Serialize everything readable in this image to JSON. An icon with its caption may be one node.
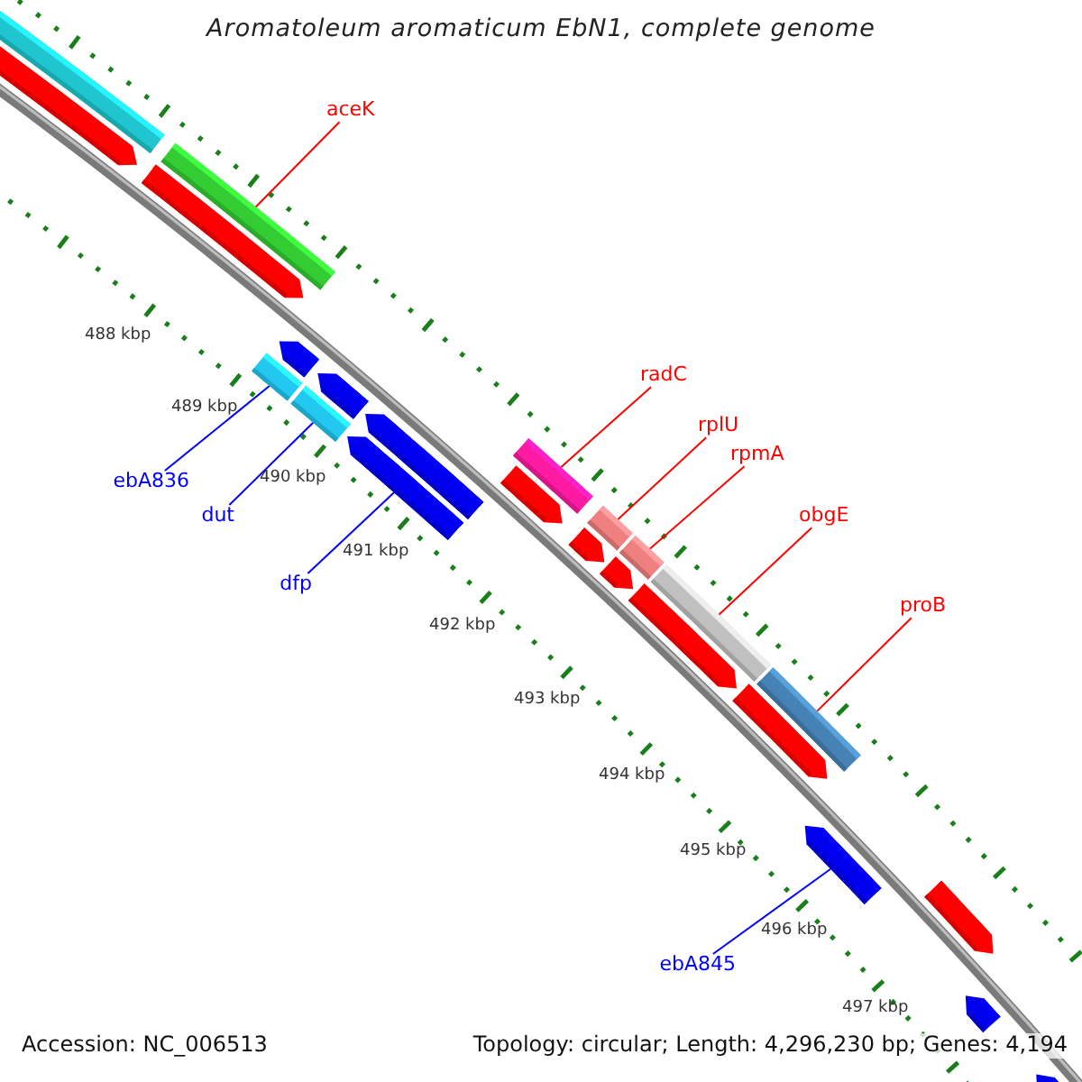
{
  "diagram": {
    "title": "Aromatoleum aromaticum EbN1, complete genome",
    "nodes": [
      {
        "text": [
          "aceK"
        ]
      },
      {
        "text": [],
        "shape": "bar"
      },
      {
        "text": [
          "radC"
        ]
      },
      {
        "text": [],
        "shape": "bar"
      },
      {
        "text": [
          "rplU"
        ]
      },
      {
        "text": [],
        "shape": "bar"
      },
      {
        "text": [
          "rpmA"
        ]
      },
      {
        "text": [],
        "shape": "bar"
      },
      {
        "text": [
          "obgE"
        ]
      },
      {
        "text": [],
        "shape": "bar"
      },
      {
        "text": [
          "proB"
        ]
      },
      {
        "text": [],
        "shape": "bar"
      },
      {
        "text": [
          "ebA836"
        ]
      },
      {
        "text": [],
        "shape": "bar"
      },
      {
        "text": [
          "dut"
        ]
      },
      {
        "text": [],
        "shape": "bar"
      },
      {
        "text": [
          "dfp"
        ]
      },
      {
        "text": [],
        "shape": "arrow"
      },
      {
        "text": [
          "ebA845"
        ]
      },
      {
        "text": [],
        "shape": "arrow"
      },
      {
        "text": [],
        "shape": "bar"
      },
      {
        "text": [],
        "shape": "arrow"
      },
      {
        "text": [],
        "shape": "arrow"
      },
      {
        "text": [],
        "shape": "arrow"
      },
      {
        "text": [],
        "shape": "arrow"
      },
      {
        "text": [],
        "shape": "arrow"
      },
      {
        "text": [],
        "shape": "arrow"
      },
      {
        "text": [],
        "shape": "arrow"
      },
      {
        "text": [],
        "shape": "arrow"
      },
      {
        "text": [],
        "shape": "arrow"
      },
      {
        "text": [],
        "shape": "arrow"
      },
      {
        "text": [],
        "shape": "arrow"
      },
      {
        "text": [],
        "shape": "arrow"
      },
      {
        "text": [],
        "shape": "arrow"
      }
    ],
    "edges": [
      {
        "from": 0,
        "to": 1,
        "arrow": "none"
      },
      {
        "from": 2,
        "to": 3,
        "arrow": "none"
      },
      {
        "from": 4,
        "to": 5,
        "arrow": "none"
      },
      {
        "from": 6,
        "to": 7,
        "arrow": "none"
      },
      {
        "from": 8,
        "to": 9,
        "arrow": "none"
      },
      {
        "from": 10,
        "to": 11,
        "arrow": "none"
      },
      {
        "from": 12,
        "to": 13,
        "arrow": "none",
        "color": "#0000ff"
      },
      {
        "from": 14,
        "to": 15,
        "arrow": "none",
        "color": "#0000ff"
      },
      {
        "from": 16,
        "to": 17,
        "arrow": "none",
        "color": "#0000ff"
      },
      {
        "from": 18,
        "to": 19,
        "arrow": "none",
        "color": "#0000ff"
      }
    ],
    "labels": [
      "488 kbp",
      "489 kbp",
      "490 kbp",
      "491 kbp",
      "492 kbp",
      "493 kbp",
      "494 kbp",
      "495 kbp",
      "496 kbp",
      "497 kbp",
      "Accession: NC_006513",
      "Topology: circular; Length: 4,296,230 bp; Genes: 4,194"
    ]
  }
}
